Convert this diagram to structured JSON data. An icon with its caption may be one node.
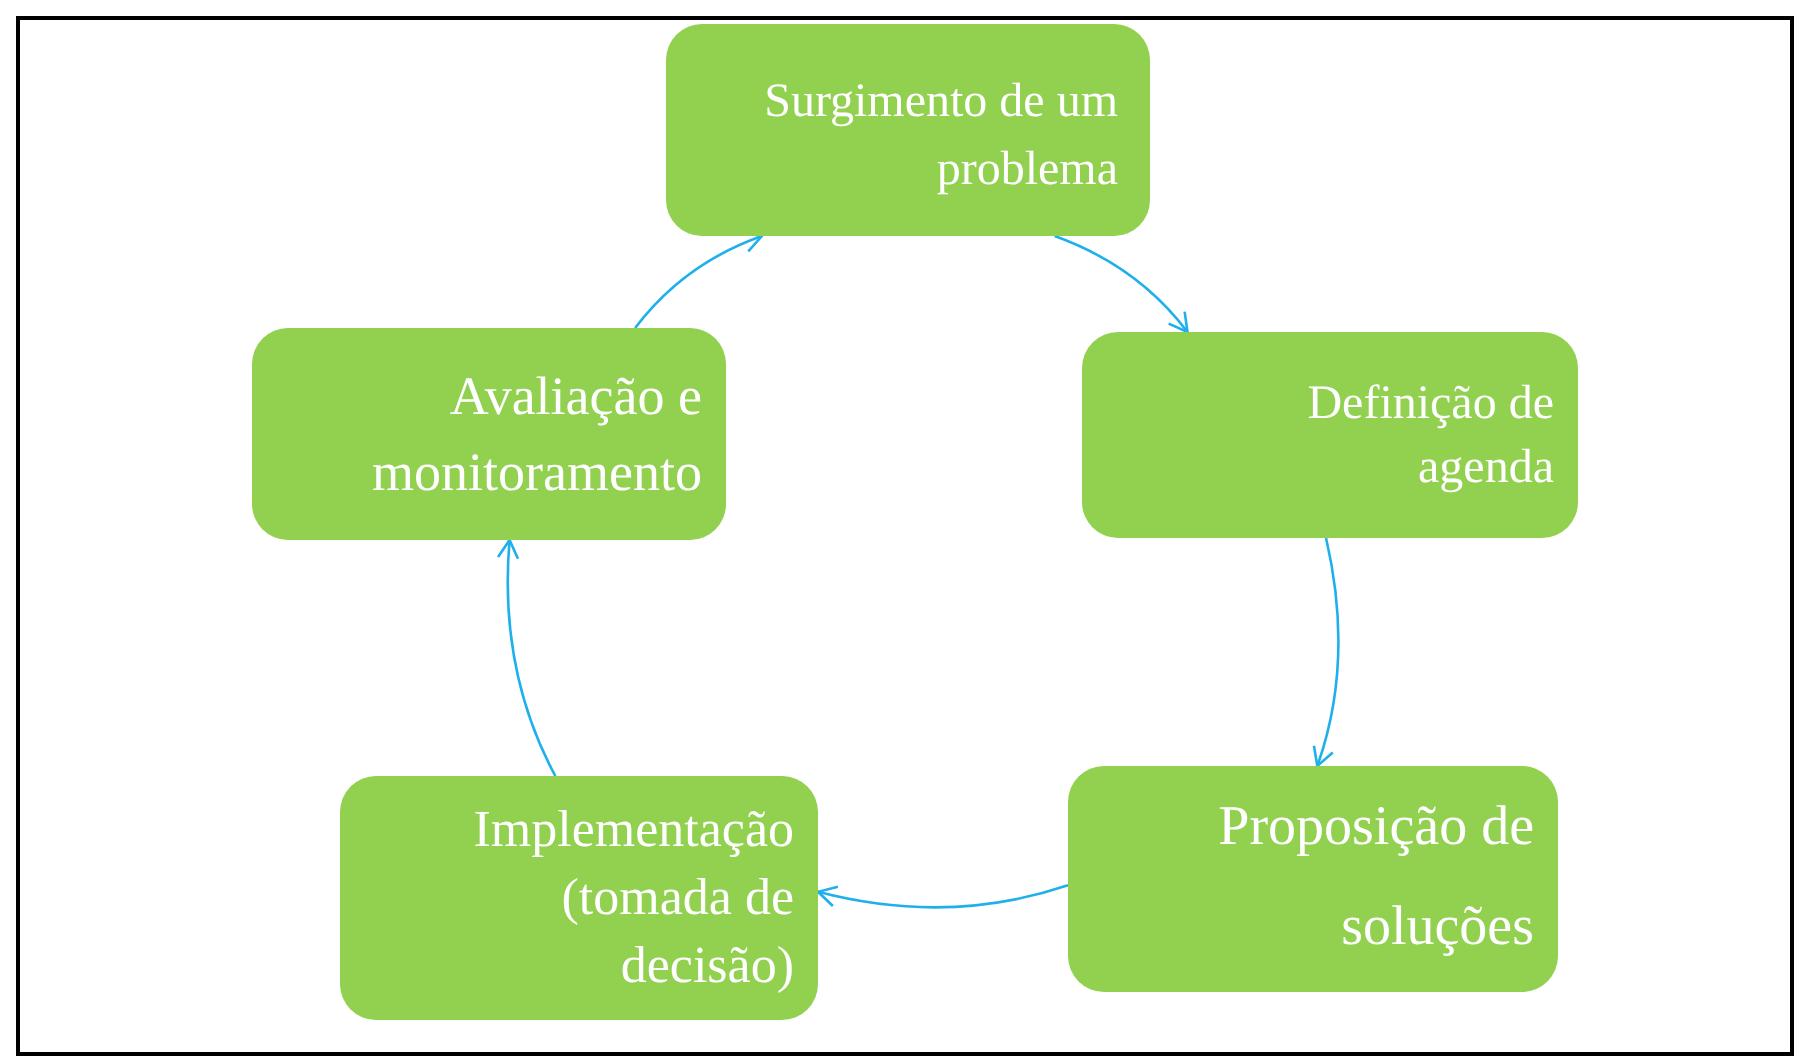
{
  "diagram": {
    "nodes": [
      {
        "text": [
          "Surgimento de um problema"
        ]
      },
      {
        "text": [
          "Definição de agenda"
        ]
      },
      {
        "text": [
          "Proposição de soluções"
        ]
      },
      {
        "text": [
          "Implementação (tomada de decisão)"
        ]
      },
      {
        "text": [
          "Avaliação e monitoramento"
        ]
      }
    ],
    "edges": [
      {
        "from": 0,
        "to": 1,
        "arrow": "to"
      },
      {
        "from": 1,
        "to": 2,
        "arrow": "to"
      },
      {
        "from": 2,
        "to": 3,
        "arrow": "to"
      },
      {
        "from": 3,
        "to": 4,
        "arrow": "to"
      },
      {
        "from": 4,
        "to": 0,
        "arrow": "to"
      }
    ]
  }
}
